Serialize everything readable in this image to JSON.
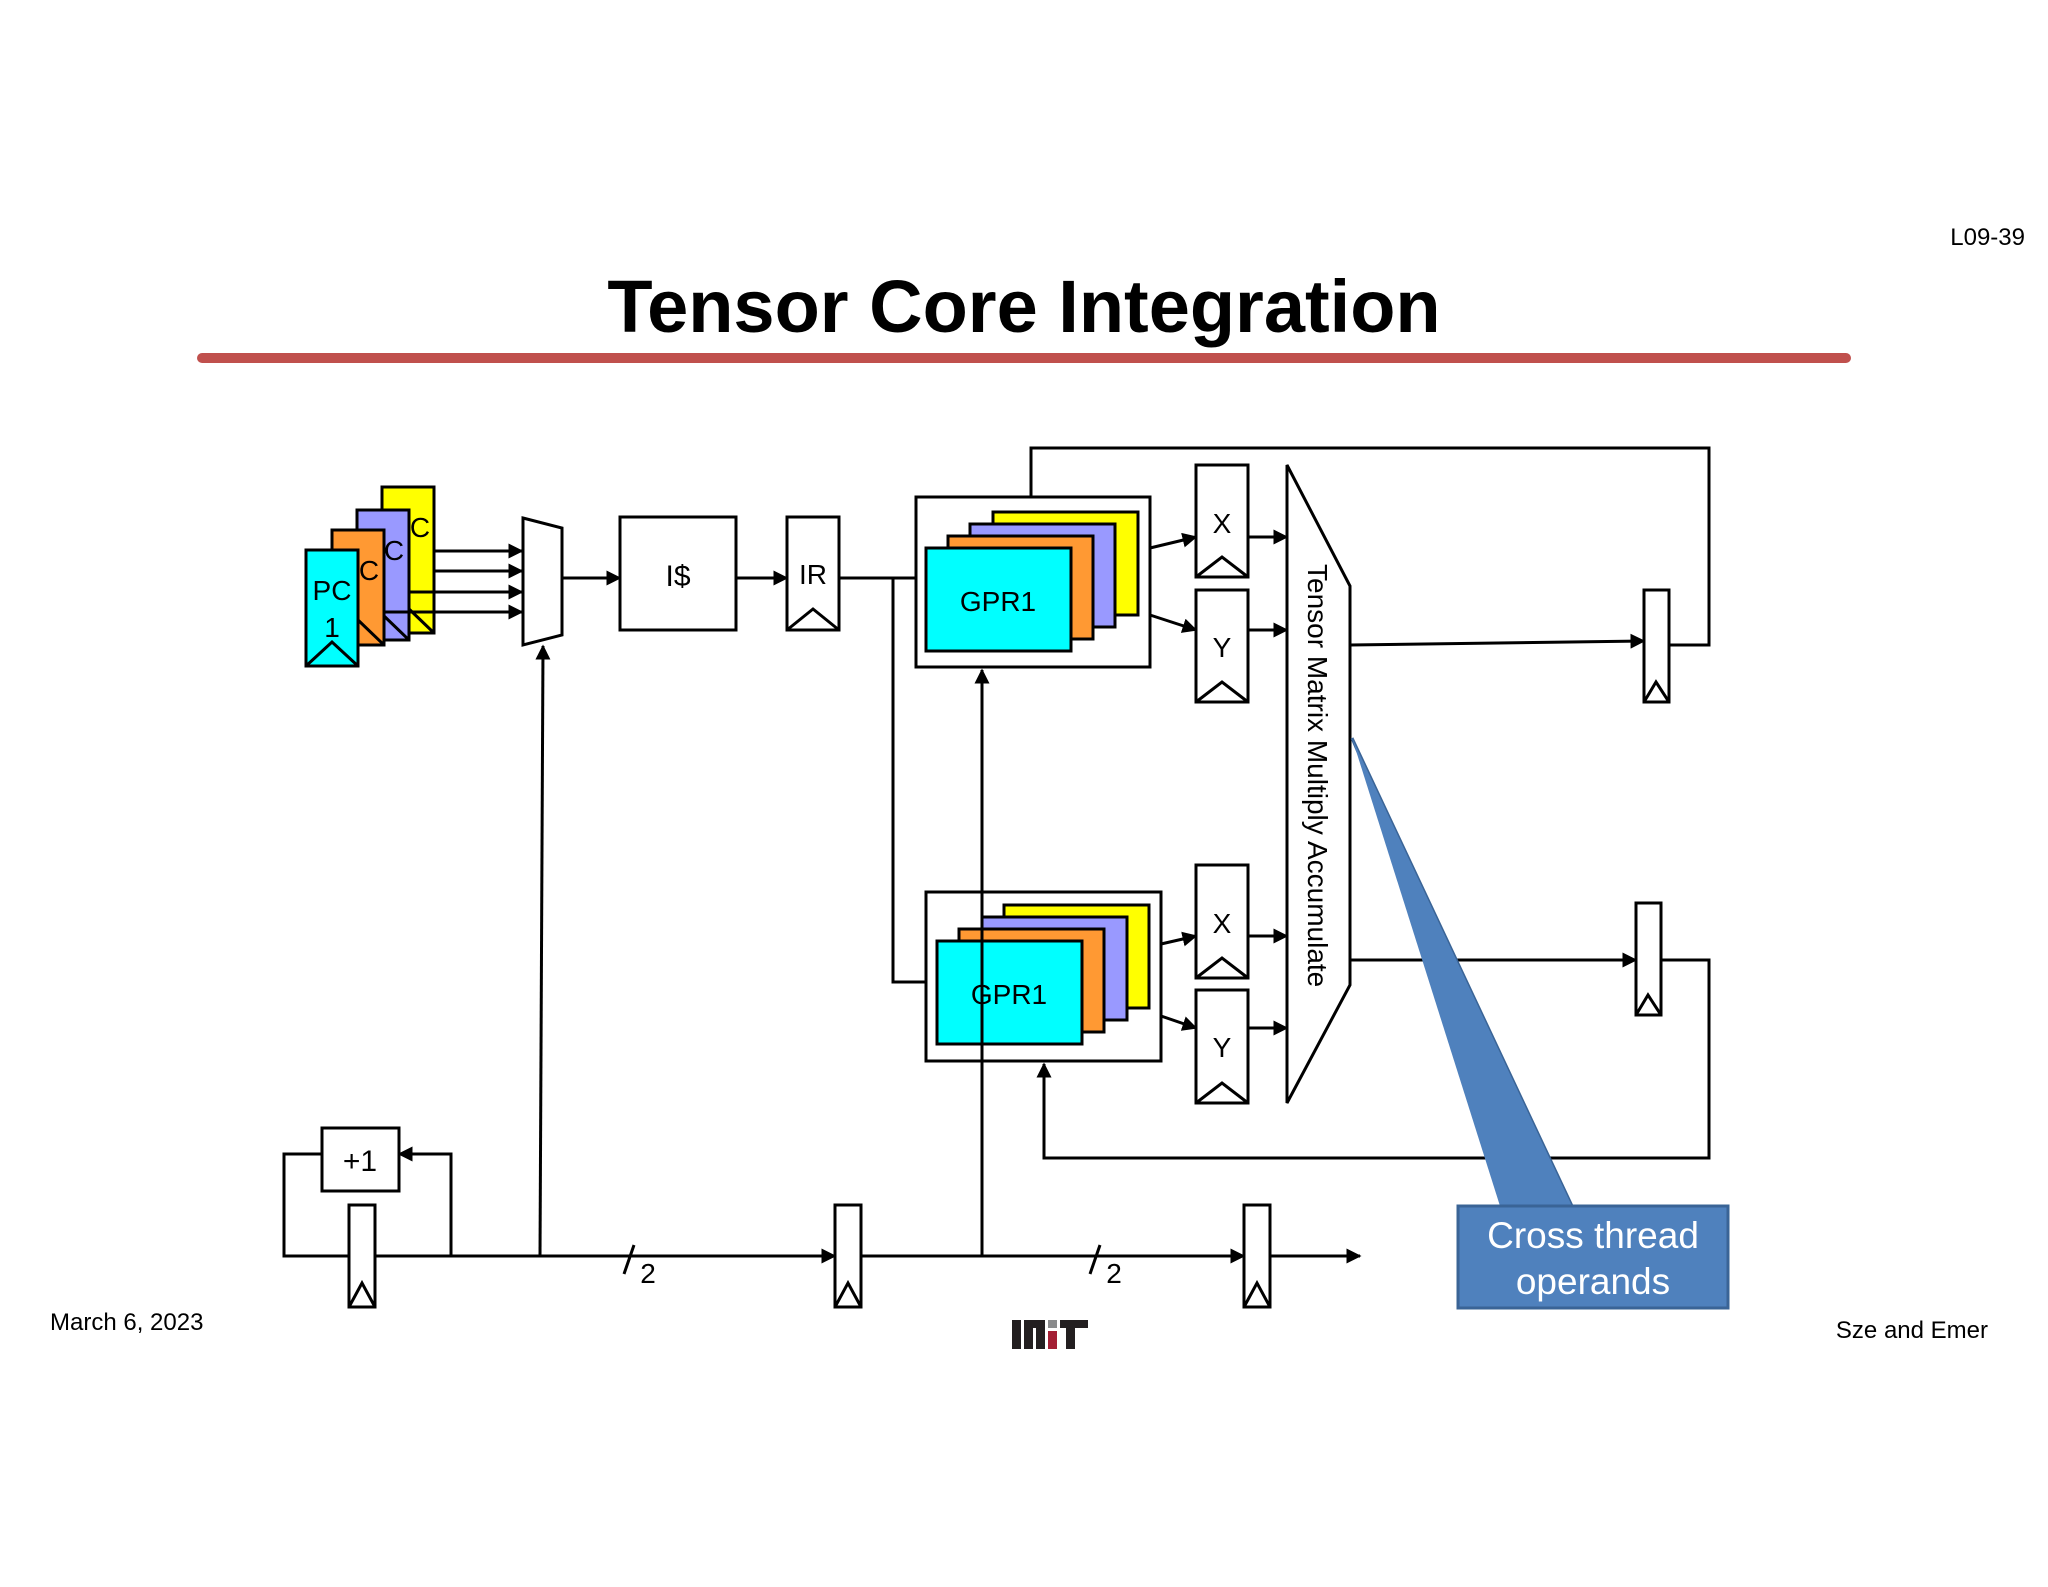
{
  "slide": {
    "number": "L09-39",
    "title": "Tensor Core Integration",
    "date": "March 6, 2023",
    "authors": "Sze and Emer",
    "accent_color": "#c0504d"
  },
  "diagram": {
    "pc_stack": {
      "front_label_line1": "PC",
      "front_label_line2": "1",
      "back_label": "C",
      "colors": [
        "#ffff00",
        "#9999ff",
        "#ff9933",
        "#00ffff"
      ]
    },
    "icache_label": "I$",
    "ir_label": "IR",
    "gpr_top_label": "GPR1",
    "gpr_bottom_label": "GPR1",
    "gpr_colors": [
      "#ffff00",
      "#9999ff",
      "#ff9933",
      "#00ffff"
    ],
    "x_top_label": "X",
    "y_top_label": "Y",
    "x_bottom_label": "X",
    "y_bottom_label": "Y",
    "tensor_unit_label": "Tensor Matrix Multiply Accumulate",
    "increment_label": "+1",
    "bus_width_1": "2",
    "bus_width_2": "2",
    "callout_line1": "Cross thread",
    "callout_line2": "operands",
    "callout_color": "#4f81bd"
  },
  "logo": {
    "icon": "mit-logo-icon",
    "text": "MIT",
    "colors": [
      "#231f20",
      "#8a8b8c",
      "#a31f34"
    ]
  }
}
